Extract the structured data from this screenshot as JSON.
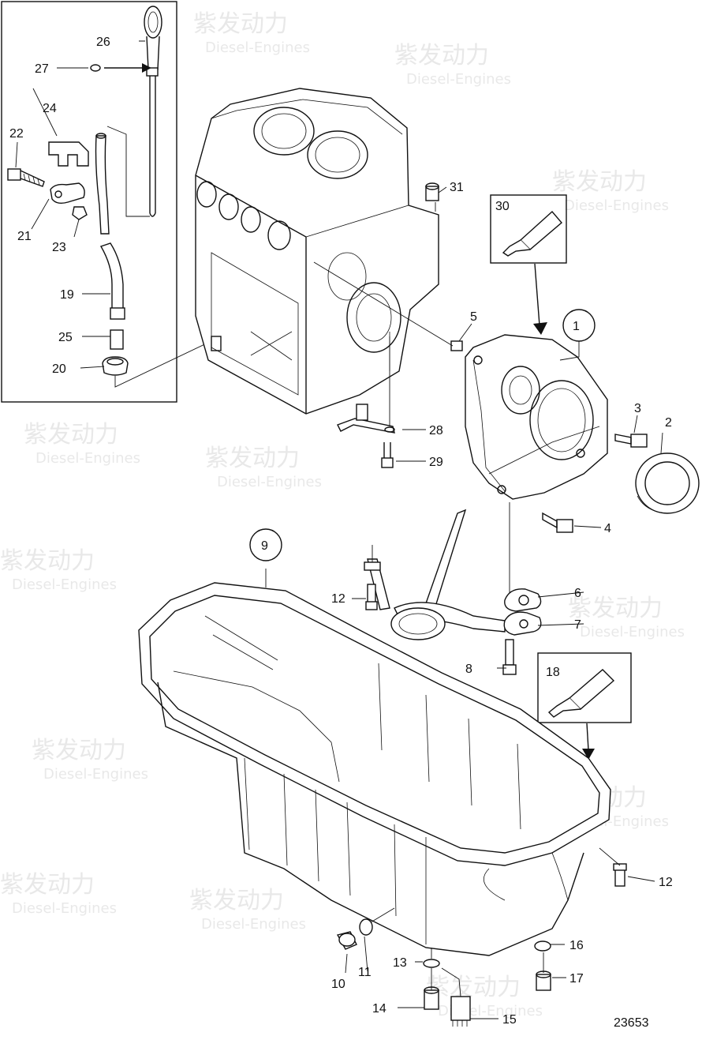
{
  "drawing_number": "23653",
  "watermark": {
    "brand": "紫发动力",
    "subtitle": "Diesel-Engines"
  },
  "callouts": {
    "c1": "1",
    "c2": "2",
    "c3": "3",
    "c4": "4",
    "c5": "5",
    "c6": "6",
    "c7": "7",
    "c8": "8",
    "c9": "9",
    "c10": "10",
    "c11": "11",
    "c12a": "12",
    "c12b": "12",
    "c13": "13",
    "c14": "14",
    "c15": "15",
    "c16": "16",
    "c17": "17",
    "c18": "18",
    "c19": "19",
    "c20": "20",
    "c21": "21",
    "c22": "22",
    "c23": "23",
    "c24": "24",
    "c25": "25",
    "c26": "26",
    "c27": "27",
    "c28": "28",
    "c29": "29",
    "c30": "30",
    "c31": "31"
  }
}
